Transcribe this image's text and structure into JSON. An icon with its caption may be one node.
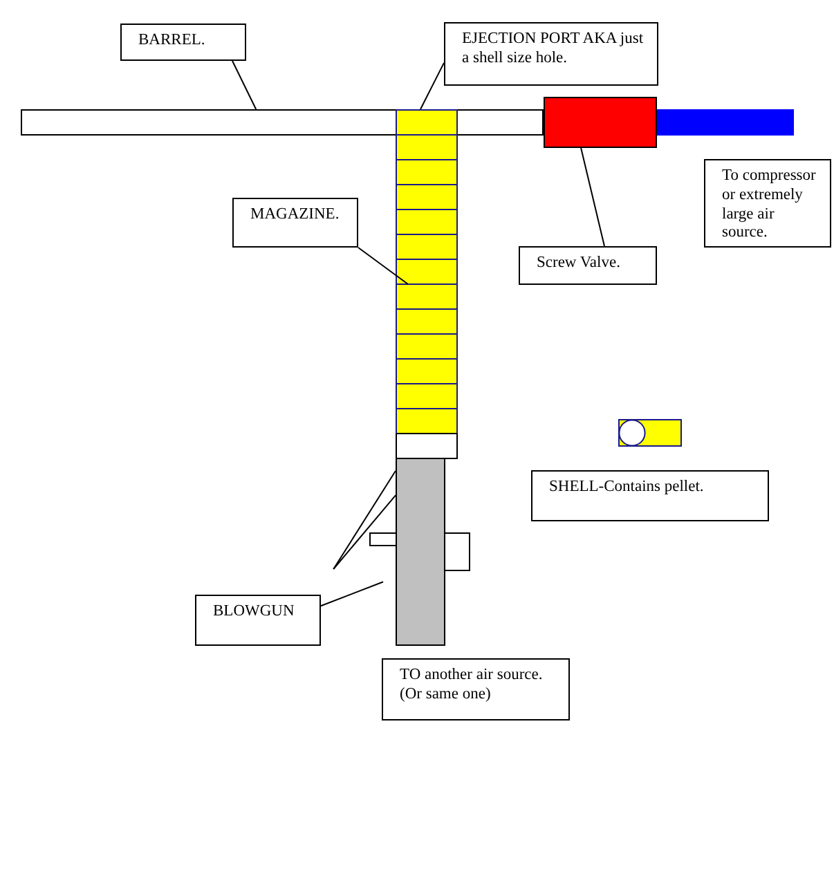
{
  "diagram": {
    "nodes": [
      {
        "text": [
          "BARREL."
        ]
      },
      {
        "text": [
          "EJECTION PORT AKA just a shell size hole."
        ]
      },
      {
        "text": [],
        "shape": "bar"
      },
      {
        "text": [],
        "shape": "bar"
      },
      {
        "text": [
          "MAGAZINE."
        ]
      },
      {
        "text": [],
        "shape": "box"
      },
      {
        "text": [],
        "shape": "bar"
      },
      {
        "text": [
          "Screw Valve."
        ]
      },
      {
        "text": [
          "To compressor or extremely large air source."
        ]
      },
      {
        "text": [],
        "shape": "picture"
      },
      {
        "text": [
          "SHELL-Contains pellet."
        ]
      },
      {
        "text": [],
        "shape": "bar"
      },
      {
        "text": [
          "BLOWGUN"
        ]
      },
      {
        "text": [
          "TO another air source. (Or same one)"
        ]
      }
    ],
    "edges": [
      {
        "from": 0,
        "to": 2,
        "arrow": "none"
      },
      {
        "from": 1,
        "to": 3,
        "arrow": "none"
      },
      {
        "from": 4,
        "to": 3,
        "arrow": "none"
      },
      {
        "from": 7,
        "to": 5,
        "arrow": "none"
      },
      {
        "from": 12,
        "to": 11,
        "arrow": "none"
      },
      {
        "from": 12,
        "to": 11,
        "arrow": "none"
      },
      {
        "from": 12,
        "to": 11,
        "arrow": "none"
      }
    ]
  }
}
